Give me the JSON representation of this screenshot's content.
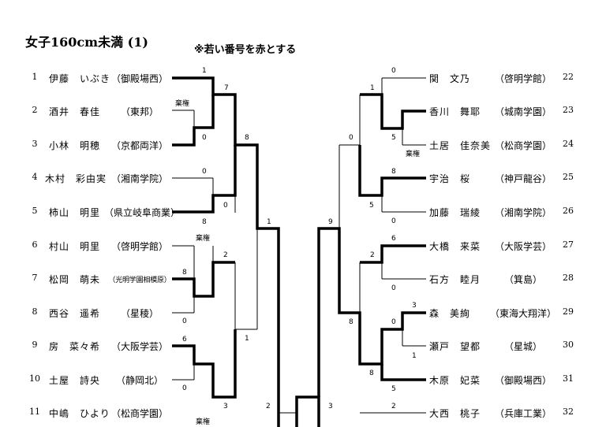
{
  "title": "女子160cm未満 (1)",
  "note": "※若い番号を赤とする",
  "left_players": [
    {
      "no": "1",
      "name": "伊藤　いぶき",
      "school": "（御殿場西）"
    },
    {
      "no": "2",
      "name": "酒井　春佳",
      "school": "（東邦）"
    },
    {
      "no": "3",
      "name": "小林　明穂",
      "school": "（京都両洋）"
    },
    {
      "no": "4",
      "name": "木村　彩由実",
      "school": "（湘南学院）"
    },
    {
      "no": "5",
      "name": "柿山　明里",
      "school": "（県立岐阜商業）"
    },
    {
      "no": "6",
      "name": "村山　明里",
      "school": "（啓明学館）"
    },
    {
      "no": "7",
      "name": "松岡　萌未",
      "school": "（光明学園相模原）"
    },
    {
      "no": "8",
      "name": "西谷　遥希",
      "school": "（星稜）"
    },
    {
      "no": "9",
      "name": "房　菜々希",
      "school": "（大阪学芸）"
    },
    {
      "no": "10",
      "name": "土屋　詩央",
      "school": "（静岡北）"
    },
    {
      "no": "11",
      "name": "中嶋　ひより",
      "school": "（松商学園）"
    }
  ],
  "right_players": [
    {
      "no": "22",
      "name": "関　文乃",
      "school": "（啓明学館）"
    },
    {
      "no": "23",
      "name": "香川　舞耶",
      "school": "（城南学園）"
    },
    {
      "no": "24",
      "name": "土居　佳奈美",
      "school": "（松商学園）"
    },
    {
      "no": "25",
      "name": "宇治　桜",
      "school": "（神戸龍谷）"
    },
    {
      "no": "26",
      "name": "加藤　瑞綾",
      "school": "（湘南学院）"
    },
    {
      "no": "27",
      "name": "大橋　来菜",
      "school": "（大阪学芸）"
    },
    {
      "no": "28",
      "name": "石方　睦月",
      "school": "（箕島）"
    },
    {
      "no": "29",
      "name": "森　美絢",
      "school": "（東海大翔洋）"
    },
    {
      "no": "30",
      "name": "瀬戸　望都",
      "school": "（星城）"
    },
    {
      "no": "31",
      "name": "木原　妃菜",
      "school": "（御殿場西）"
    },
    {
      "no": "32",
      "name": "大西　桃子",
      "school": "（兵庫工業）"
    }
  ],
  "forfeit_label": "棄権",
  "scores": {
    "l1": "1",
    "l2_3_top": "棄権",
    "l2_3_bot": "0",
    "l1_23": "7",
    "l4": "0",
    "l5": "0",
    "l5_bot": "8",
    "l123_45": "8",
    "l6_top": "棄権",
    "l7": "8",
    "l8": "0",
    "l678": "2",
    "l9": "6",
    "l10": "0",
    "l11": "3",
    "l11_bot": "棄権",
    "l6_11": "1",
    "lq1": "1",
    "lq2": "2",
    "final_left": "3",
    "r22": "0",
    "r23_24_top": "1",
    "r23": "5",
    "r24": "棄権",
    "r22_24": "0",
    "r25": "8",
    "r26": "0",
    "r25_26": "5",
    "r_upper": "9",
    "r27": "6",
    "r28": "0",
    "r27_28": "2",
    "r29": "3",
    "r29_30_top": "0",
    "r30": "1",
    "r29_31": "8",
    "r31": "5",
    "r27_31": "8",
    "r32": "2"
  }
}
